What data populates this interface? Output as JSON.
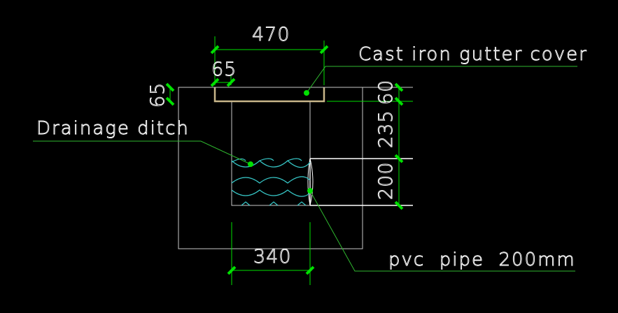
{
  "drawing": {
    "title": "Drainage ditch section",
    "colors": {
      "background": "#000000",
      "structure": "#c8c8c8",
      "cover": "#c8b68a",
      "dimension": "#00e000",
      "leader": "#2fb82f",
      "water": "#37c8c8",
      "pipe": "#ffffff",
      "text": "#ffffff"
    },
    "dimensions": {
      "top_width": "470",
      "cover_lip": "65",
      "cover_thickness": "65",
      "cover_height_right": "60",
      "ditch_depth_above_pipe": "235",
      "pipe_height": "200",
      "ditch_width": "340"
    },
    "labels": {
      "cover": "Cast iron gutter cover",
      "ditch": "Drainage ditch",
      "pipe": "pvc  pipe  200mm"
    }
  }
}
